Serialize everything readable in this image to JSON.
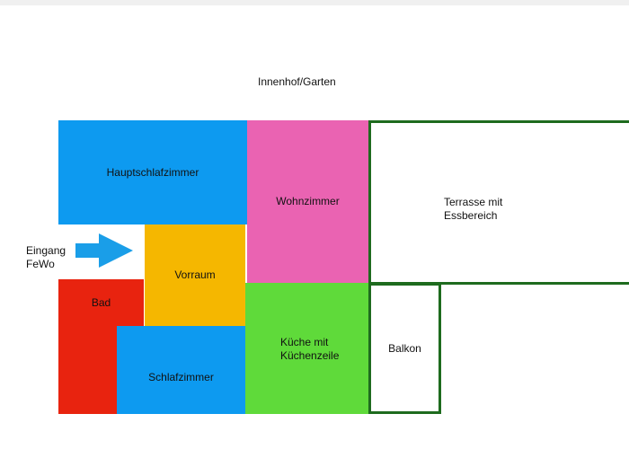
{
  "plan": {
    "courtyard_label": "Innenhof/Garten",
    "entrance_label": "Eingang\nFeWo",
    "rooms": {
      "hauptschlafzimmer": {
        "label": "Hauptschlafzimmer",
        "color": "#0d9af0"
      },
      "wohnzimmer": {
        "label": "Wohnzimmer",
        "color": "#ea63b2"
      },
      "terrasse": {
        "label": "Terrasse mit\nEssbereich",
        "border_color": "#1e6b1e"
      },
      "vorraum": {
        "label": "Vorraum",
        "color": "#f5b700"
      },
      "bad": {
        "label": "Bad",
        "color": "#e8230f"
      },
      "schlafzimmer": {
        "label": "Schlafzimmer",
        "color": "#0d9af0"
      },
      "kueche": {
        "label": "Küche mit\nKüchenzeile",
        "color": "#5fda3a"
      },
      "balkon": {
        "label": "Balkon",
        "border_color": "#1e6b1e"
      }
    },
    "arrow_color": "#1a9ee8"
  }
}
